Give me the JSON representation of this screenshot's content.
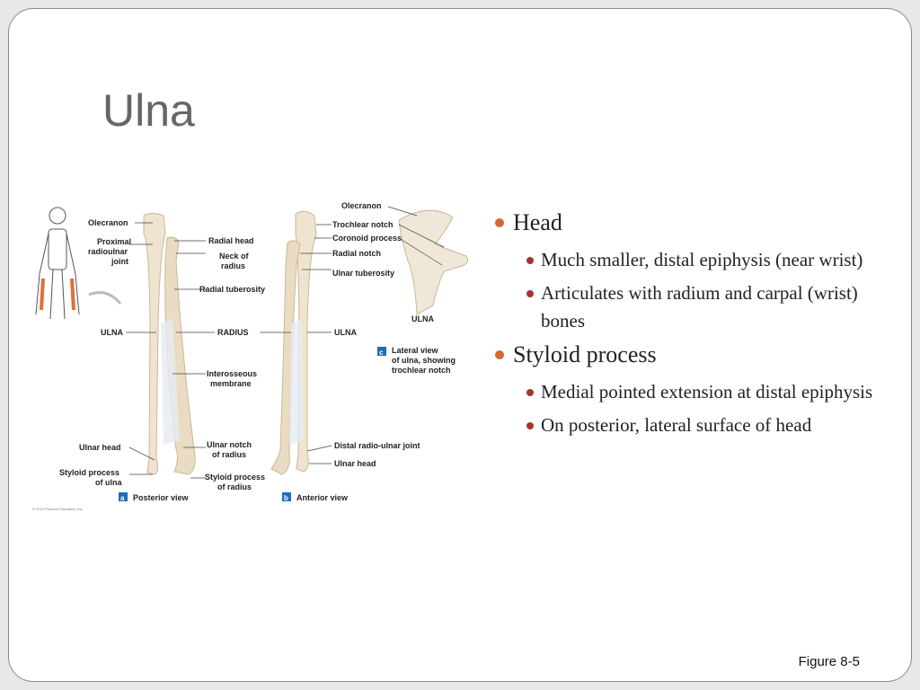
{
  "slide": {
    "title": "Ulna",
    "figure_ref": "Figure 8-5"
  },
  "bullets": [
    {
      "text": "Head",
      "subs": [
        "Much smaller, distal epiphysis (near wrist)",
        "Articulates with radium and carpal (wrist) bones"
      ]
    },
    {
      "text": "Styloid process",
      "subs": [
        "Medial pointed extension at distal epiphysis",
        "On posterior, lateral surface of head"
      ]
    }
  ],
  "figure": {
    "labels": {
      "olecranon": "Olecranon",
      "proximal_joint": [
        "Proximal",
        "radioulnar",
        "joint"
      ],
      "ulna": "ULNA",
      "radial_head": "Radial head",
      "neck_of_radius": [
        "Neck of",
        "radius"
      ],
      "radial_tuberosity": "Radial tuberosity",
      "radius": "RADIUS",
      "interosseous": [
        "Interosseous",
        "membrane"
      ],
      "ulnar_head": "Ulnar head",
      "styloid_ulna": [
        "Styloid process",
        "of ulna"
      ],
      "ulnar_notch": [
        "Ulnar notch",
        "of radius"
      ],
      "styloid_radius": [
        "Styloid process",
        "of radius"
      ],
      "trochlear_notch": "Trochlear notch",
      "coronoid": "Coronoid process",
      "radial_notch": "Radial notch",
      "ulnar_tuberosity": "Ulnar tuberosity",
      "distal_joint": "Distal radio-ulnar joint",
      "lateral_view": [
        "Lateral view",
        "of ulna, showing",
        "trochlear notch"
      ],
      "panel_a": "a",
      "panel_b": "b",
      "panel_c": "c",
      "posterior_view": "Posterior view",
      "anterior_view": "Anterior view",
      "copyright": "© 2012 Pearson Education, Inc."
    }
  },
  "colors": {
    "bullet1": "#d5692f",
    "bullet2": "#a8332b",
    "bone": "#efe4d0",
    "panel": "#1f6db5"
  }
}
